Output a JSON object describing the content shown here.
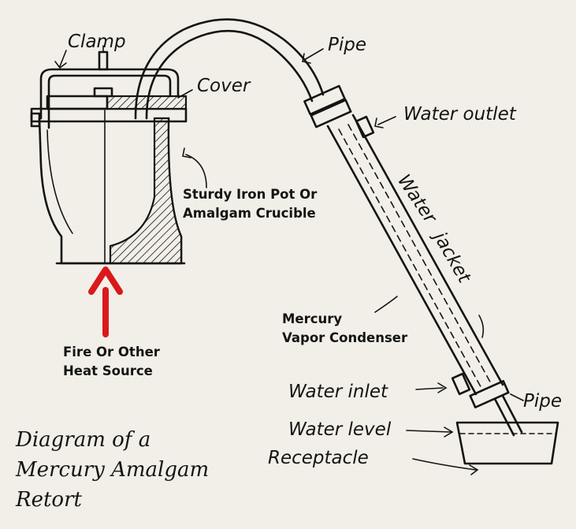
{
  "labels": {
    "clamp": "Clamp",
    "cover": "Cover",
    "pipe_top": "Pipe",
    "water_outlet": "Water outlet",
    "pot_line1": "Sturdy Iron Pot Or",
    "pot_line2": "Amalgam Crucible",
    "water_jacket_1": "Water",
    "water_jacket_2": "jacket",
    "condenser_line1": "Mercury",
    "condenser_line2": "Vapor Condenser",
    "heat_line1": "Fire Or Other",
    "heat_line2": "Heat Source",
    "water_inlet": "Water inlet",
    "pipe_bottom": "Pipe",
    "water_level": "Water level",
    "receptacle": "Receptacle"
  },
  "title": {
    "line1": "Diagram of a",
    "line2": "Mercury Amalgam",
    "line3": "Retort"
  },
  "colors": {
    "ink": "#141414",
    "arrow_heat": "#d9191c",
    "background": "#f1efe7"
  }
}
